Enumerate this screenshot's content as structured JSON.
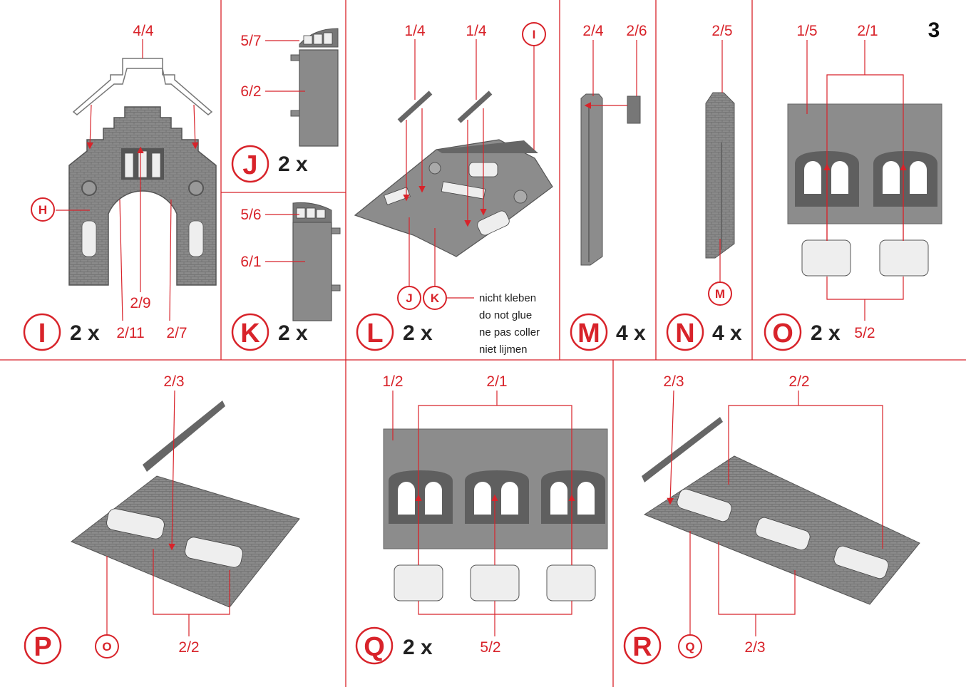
{
  "page_number": "3",
  "colors": {
    "accent": "#d8232a",
    "part": "#8c8c8c",
    "part_dark": "#5f5f5f",
    "window": "#eeeeee"
  },
  "steps": {
    "I": {
      "letter": "I",
      "count": "2 x",
      "parts": [
        "4/4",
        "2/9",
        "2/11",
        "2/7"
      ],
      "ref": "H"
    },
    "J": {
      "letter": "J",
      "count": "2 x",
      "parts": [
        "5/7",
        "6/2"
      ]
    },
    "K": {
      "letter": "K",
      "count": "2 x",
      "parts": [
        "5/6",
        "6/1"
      ]
    },
    "L": {
      "letter": "L",
      "count": "2 x",
      "parts": [
        "1/4",
        "1/4"
      ],
      "refs": [
        "I",
        "J",
        "K"
      ],
      "note": [
        "nicht kleben",
        "do not glue",
        "ne pas coller",
        "niet lijmen"
      ]
    },
    "M": {
      "letter": "M",
      "count": "4 x",
      "parts": [
        "2/4",
        "2/6"
      ]
    },
    "N": {
      "letter": "N",
      "count": "4 x",
      "parts": [
        "2/5"
      ],
      "ref": "M"
    },
    "O": {
      "letter": "O",
      "count": "2 x",
      "parts": [
        "1/5",
        "2/1",
        "5/2"
      ]
    },
    "P": {
      "letter": "P",
      "parts": [
        "2/3",
        "2/2"
      ],
      "ref": "O"
    },
    "Q": {
      "letter": "Q",
      "count": "2 x",
      "parts": [
        "1/2",
        "2/1",
        "5/2"
      ]
    },
    "R": {
      "letter": "R",
      "parts": [
        "2/3",
        "2/2",
        "2/3"
      ],
      "ref": "Q"
    }
  }
}
